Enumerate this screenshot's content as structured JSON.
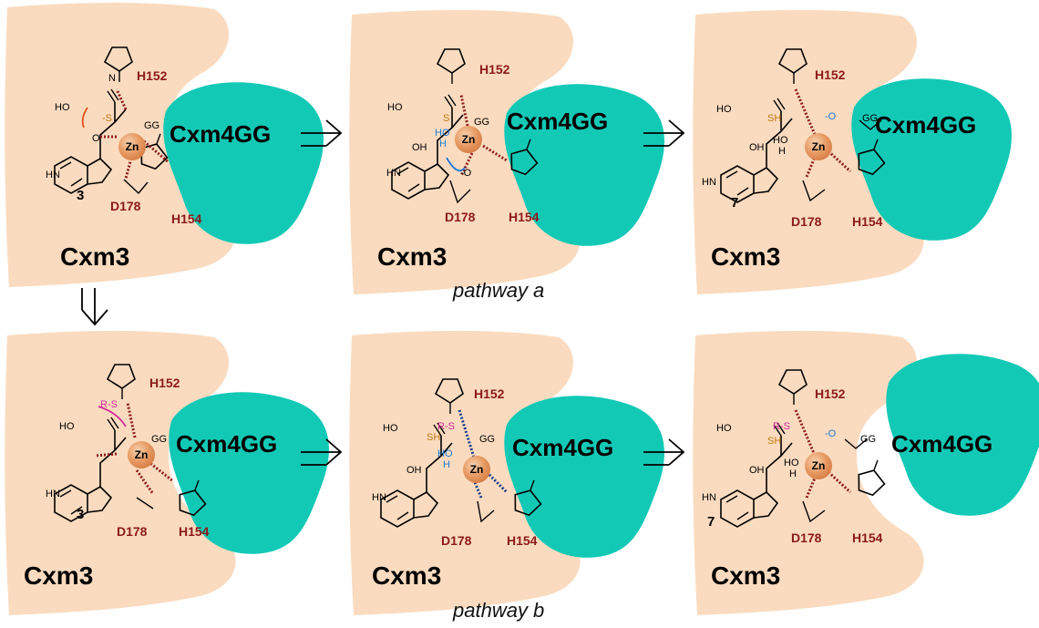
{
  "enzyme_a": "Cxm3",
  "enzyme_b": "Cxm4GG",
  "residues": {
    "h152": "H152",
    "h154": "H154",
    "d178": "D178"
  },
  "metal": "Zn",
  "compounds": {
    "substrate": "3",
    "product": "7"
  },
  "pathways": {
    "a": "pathway a",
    "b": "pathway b"
  },
  "atoms": {
    "ho": "HO",
    "o": "O",
    "s": "S",
    "s_neg": "-S",
    "sh": "SH",
    "oh": "OH",
    "hn": "HN",
    "n": "N",
    "gg": "GG",
    "h": "H",
    "rs": "R-S",
    "o_neg": "-O"
  },
  "colors": {
    "cxm3_fill": "#fadbbf",
    "cxm4gg_fill": "#12c9b6",
    "zn": "#e08a4e",
    "residue_text": "#8b1a1a",
    "sulfur": "#c07a10",
    "rs_group": "#d02a9a",
    "water": "#1a7ad8"
  }
}
